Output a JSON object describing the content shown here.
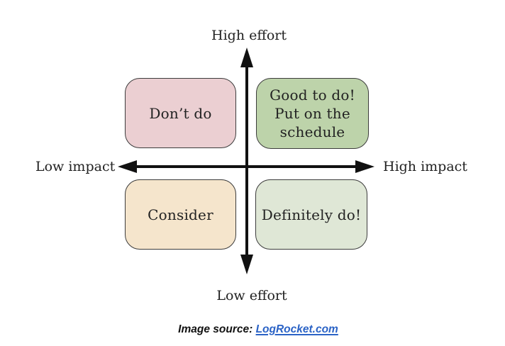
{
  "page": {
    "background": "#ffffff"
  },
  "diagram": {
    "text_color": "#222222",
    "axes": {
      "color": "#111111",
      "top_label": "High effort",
      "bottom_label": "Low effort",
      "left_label": "Low impact",
      "right_label": "High impact"
    },
    "quadrants": {
      "top_left": {
        "label": "Don’t do",
        "fill": "#ebcfd2"
      },
      "top_right": {
        "label": "Good to do!\nPut on the\nschedule",
        "fill": "#bdd3aa"
      },
      "bottom_left": {
        "label": "Consider",
        "fill": "#f5e5cc"
      },
      "bottom_right": {
        "label": "Definitely do!",
        "fill": "#dfe7d6"
      }
    }
  },
  "credit": {
    "prefix": "Image source: ",
    "link_text": "LogRocket.com",
    "link_color": "#2b63c6"
  }
}
